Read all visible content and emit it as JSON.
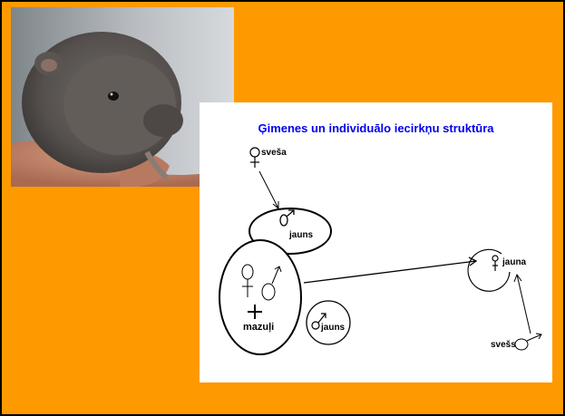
{
  "slide": {
    "background_color": "#ff9900",
    "photo": {
      "subject": "vole-photo"
    },
    "title": "Ģimenes un individuālo iecirkņu struktūra",
    "title_color": "#0000ee"
  },
  "diagram": {
    "labels": {
      "svesa": "sveša",
      "jauns_top": "jauns",
      "mazuli": "mazuļi",
      "jauns_small": "jauns",
      "jauna": "jauna",
      "svess": "svešs"
    },
    "symbols": {
      "female": "♀",
      "male": "♂",
      "plus": "+"
    }
  }
}
